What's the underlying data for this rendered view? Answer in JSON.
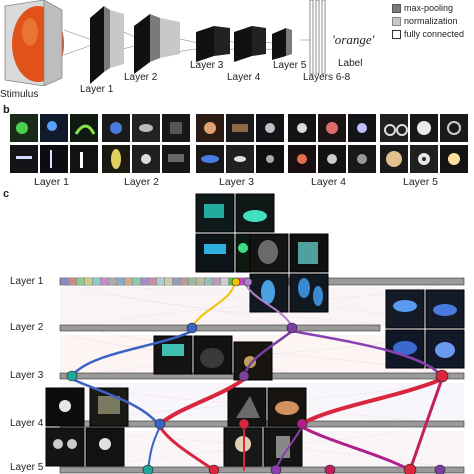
{
  "panel_a": {
    "letter": "",
    "stimulus_label": "Stimulus",
    "layer_labels": [
      "Layer 1",
      "Layer 2",
      "Layer 3",
      "Layer 4",
      "Layer 5",
      "Layers 6-8"
    ],
    "output_label": "'orange'",
    "label_caption": "Label",
    "legend": [
      {
        "text": "max-pooling",
        "color": "#7a7a7a"
      },
      {
        "text": "normalization",
        "color": "#c8c8c8"
      },
      {
        "text": "fully connected",
        "color": "#ffffff"
      }
    ]
  },
  "panel_b": {
    "letter": "b",
    "group_labels": [
      "Layer 1",
      "Layer 2",
      "Layer 3",
      "Layer 4",
      "Layer 5"
    ]
  },
  "panel_c": {
    "letter": "c",
    "layer_labels": [
      "Layer 1",
      "Layer 2",
      "Layer 3",
      "Layer 4",
      "Layer 5"
    ]
  },
  "colors": {
    "orange_stimulus": "#e0521a",
    "layer_dark": "#111111",
    "link_red": "#d7263d",
    "link_purple": "#7b3fa0",
    "link_yellow": "#f2c200",
    "node_blue": "#3b63c4",
    "node_teal": "#1fa89a"
  }
}
